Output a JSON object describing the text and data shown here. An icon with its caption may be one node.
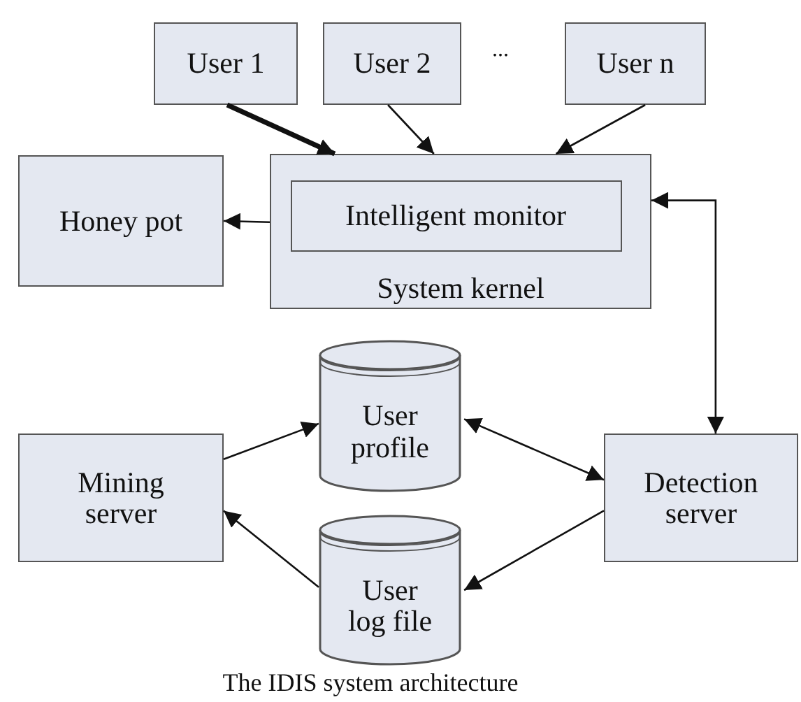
{
  "diagram": {
    "caption": "The IDIS system architecture",
    "nodes": [
      {
        "text": [
          "User 1"
        ]
      },
      {
        "text": [
          "User 2"
        ]
      },
      {
        "text": [
          "User n"
        ]
      },
      {
        "text": [
          "Honey pot"
        ]
      },
      {
        "text": [
          "System kernel"
        ]
      },
      {
        "text": [
          "Intelligent monitor"
        ],
        "in": 4
      },
      {
        "text": [
          "User profile"
        ]
      },
      {
        "text": [
          "Mining server"
        ]
      },
      {
        "text": [
          "Detection server"
        ]
      },
      {
        "text": [
          "User log file"
        ]
      }
    ],
    "edges": [
      {
        "from": 0,
        "to": 4,
        "arrow": "to",
        "style": "thick"
      },
      {
        "from": 1,
        "to": 4,
        "arrow": "to"
      },
      {
        "from": 2,
        "to": 4,
        "arrow": "to"
      },
      {
        "from": 4,
        "to": 3,
        "arrow": "to"
      },
      {
        "from": 4,
        "to": 8,
        "arrow": "both"
      },
      {
        "from": 7,
        "to": 6,
        "arrow": "to"
      },
      {
        "from": 6,
        "to": 8,
        "arrow": "both"
      },
      {
        "from": 8,
        "to": 9,
        "arrow": "to"
      },
      {
        "from": 9,
        "to": 7,
        "arrow": "to"
      }
    ],
    "labels": [
      "..."
    ]
  }
}
